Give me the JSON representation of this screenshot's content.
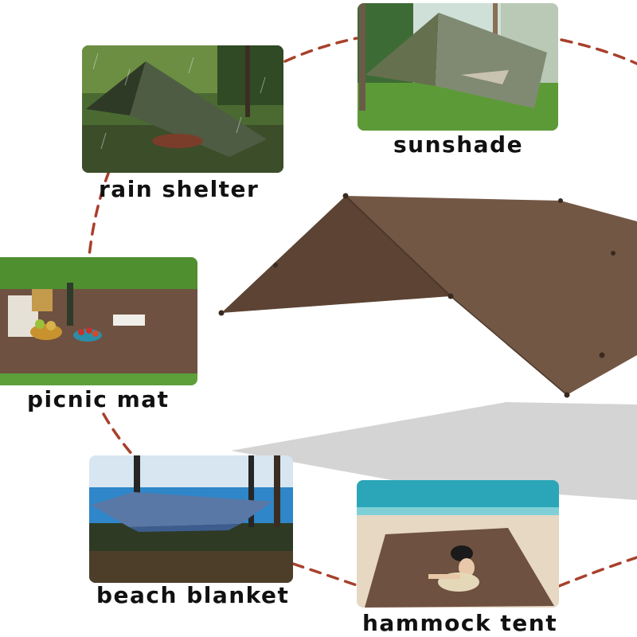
{
  "uses": {
    "rain_shelter": "rain shelter",
    "sunshade": "sunshade",
    "picnic_mat": "picnic mat",
    "beach_blanket": "beach blanket",
    "hammock_tent": "hammock tent"
  },
  "colors": {
    "tarp": "#6f5340",
    "tarp_shadow": "#5a4232",
    "connector": "#a8402c",
    "grass": "#4f8a2f",
    "sea": "#2aa6b8",
    "sand": "#e9ddc9",
    "floor_shadow": "#d2d2d2"
  }
}
